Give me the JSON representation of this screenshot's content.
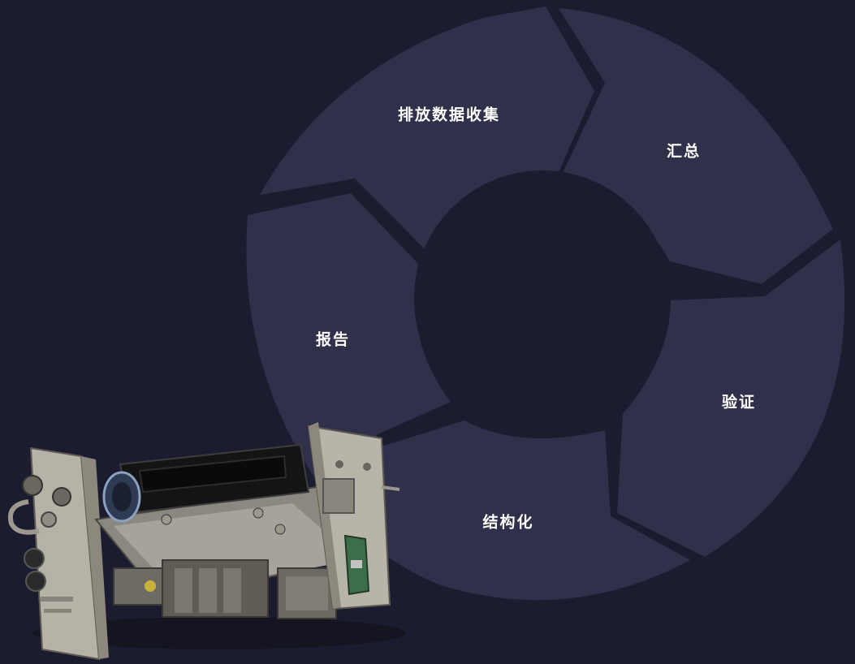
{
  "diagram": {
    "segments": [
      {
        "label": "排放数据收集"
      },
      {
        "label": "汇总"
      },
      {
        "label": "验证"
      },
      {
        "label": "结构化"
      },
      {
        "label": "报告"
      }
    ],
    "colors": {
      "background": "#1c1c30",
      "segment": "#30304a",
      "center": "#1c1c30"
    }
  },
  "device_image": {
    "icon": "gas-analyzer-device-illustration"
  }
}
